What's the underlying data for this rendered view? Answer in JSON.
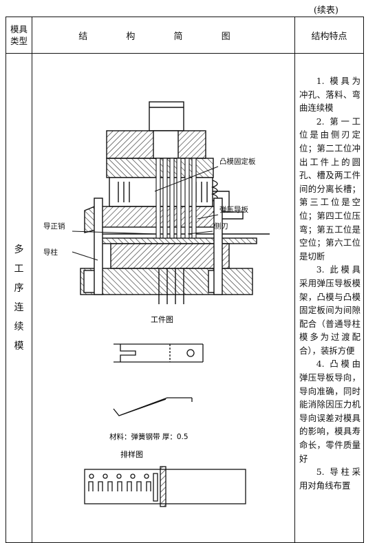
{
  "continued_label": "(续表)",
  "header": {
    "col_type": "模具类型",
    "col_diagram": "结 构 简 图",
    "col_features": "结构特点"
  },
  "die_type": [
    "多",
    "工",
    "序",
    "连",
    "续",
    "模"
  ],
  "callouts": {
    "punch_fixing_plate": "凸模固定板",
    "spring_stripper_guide": "弹压导板",
    "side_cutter": "侧刃",
    "pilot_pin": "导正销",
    "guide_pillar": "导柱"
  },
  "workpiece_title": "工件图",
  "material_note": "材料：弹簧钢带 厚：0.5",
  "layout_title": "排样图",
  "features": [
    "1. 模具为冲孔、落料、弯曲连续模",
    "2. 第一工位是由侧刃定位；第二工位冲出工件上的圆孔、槽及两工件间的分离长槽；第三工位是空位；第四工位压弯；第五工位是空位；第六工位是切断",
    "3. 此模具采用弹压导板模架，凸模与凸模固定板间为间隙配合（普通导柱模多为过渡配合），装拆方便",
    "4. 凸模由弹压导板导向，导向准确，同时能消除因压力机导向误差对模具的影响，模具寿命长，零件质量好",
    "5. 导柱采用对角线布置"
  ]
}
